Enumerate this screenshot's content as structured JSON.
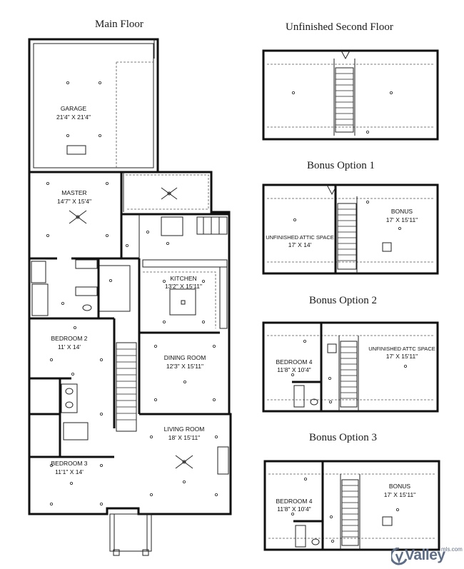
{
  "headings": {
    "main_floor": "Main Floor",
    "second_floor": "Unfinished Second Floor",
    "bonus1": "Bonus Option 1",
    "bonus2": "Bonus Option 2",
    "bonus3": "Bonus Option 3"
  },
  "rooms": {
    "garage": {
      "name": "GARAGE",
      "size": "21'4\" X 21'4\""
    },
    "master": {
      "name": "MASTER",
      "size": "14'7\" X 15'4\""
    },
    "kitchen": {
      "name": "KITCHEN",
      "size": "13'2\" X 15'11\""
    },
    "bedroom2": {
      "name": "BEDROOM 2",
      "size": "11' X 14'"
    },
    "dining": {
      "name": "DINING ROOM",
      "size": "12'3\" X 15'11\""
    },
    "living": {
      "name": "LIVING ROOM",
      "size": "18' X 15'11\""
    },
    "bedroom3": {
      "name": "BEDROOM 3",
      "size": "11'1\" X 14'"
    },
    "b1_attic": {
      "name": "UNFINISHED ATTIC SPACE",
      "size": "17' X 14'"
    },
    "b1_bonus": {
      "name": "BONUS",
      "size": "17' X 15'11\""
    },
    "b2_bed4": {
      "name": "BEDROOM 4",
      "size": "11'8\" X 10'4\""
    },
    "b2_attic": {
      "name": "UNFINISHED ATTC SPACE",
      "size": "17' X 15'11\""
    },
    "b3_bed4": {
      "name": "BEDROOM 4",
      "size": "11'8\" X 10'4\""
    },
    "b3_bonus": {
      "name": "BONUS",
      "size": "17' X 15'11\""
    }
  },
  "logo": {
    "name": "Valley",
    "suffix": "mls.com",
    "brand_color": "#5e6e87"
  }
}
